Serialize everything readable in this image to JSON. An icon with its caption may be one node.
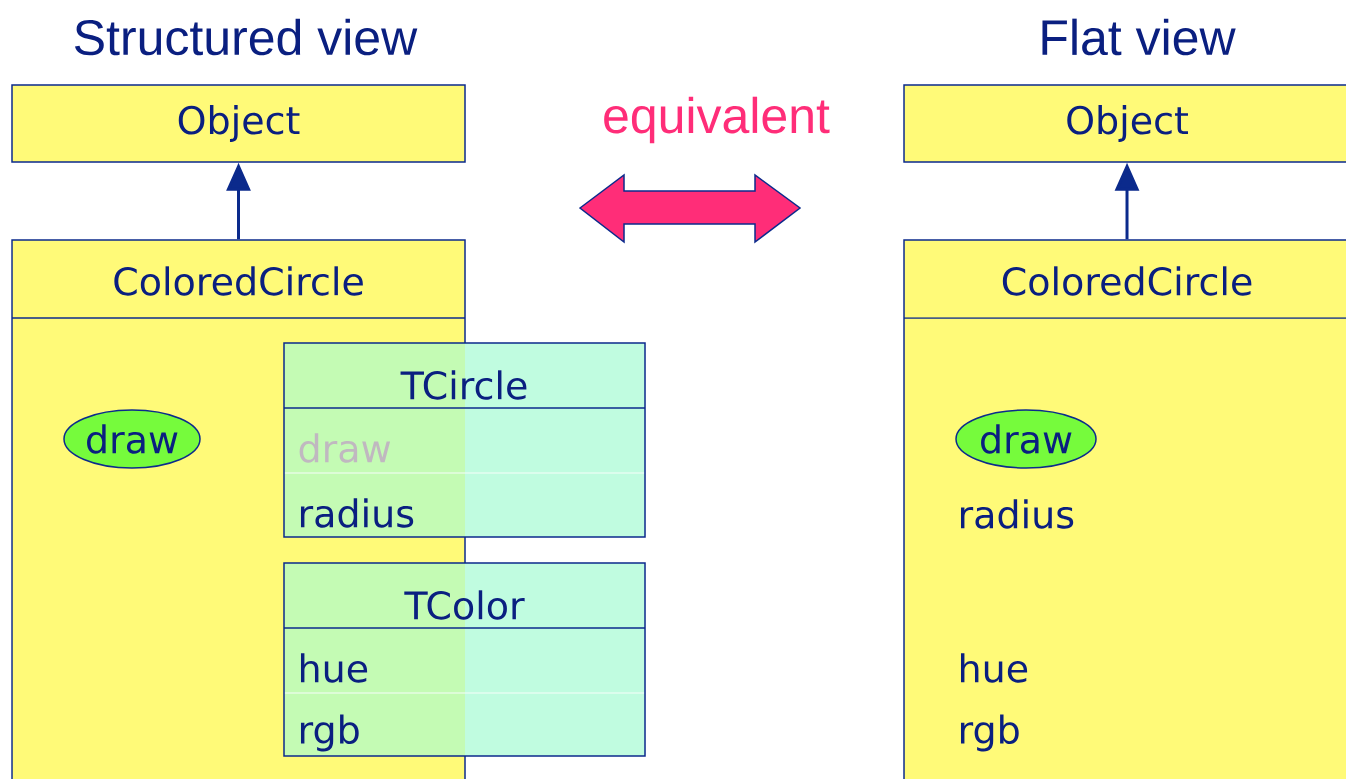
{
  "diagram": {
    "nodes": [
      {
        "text": [
          "Object"
        ]
      },
      {
        "text": [
          "ColoredCircle"
        ]
      },
      {
        "text": [
          "draw"
        ],
        "in": 1
      },
      {
        "text": [
          "TCircle",
          "draw",
          "radius"
        ]
      },
      {
        "text": [
          "TColor",
          "hue",
          "rgb"
        ]
      },
      {
        "text": [
          "Object"
        ]
      },
      {
        "text": [
          "ColoredCircle",
          "radius",
          "hue",
          "rgb"
        ]
      },
      {
        "text": [
          "draw"
        ],
        "in": 6
      }
    ],
    "edges": [
      {
        "from": 1,
        "to": 0,
        "arrow": "to"
      },
      {
        "from": 6,
        "to": 5,
        "arrow": "to"
      }
    ],
    "labels": [
      "Structured view",
      "equivalent",
      "Flat view"
    ]
  }
}
